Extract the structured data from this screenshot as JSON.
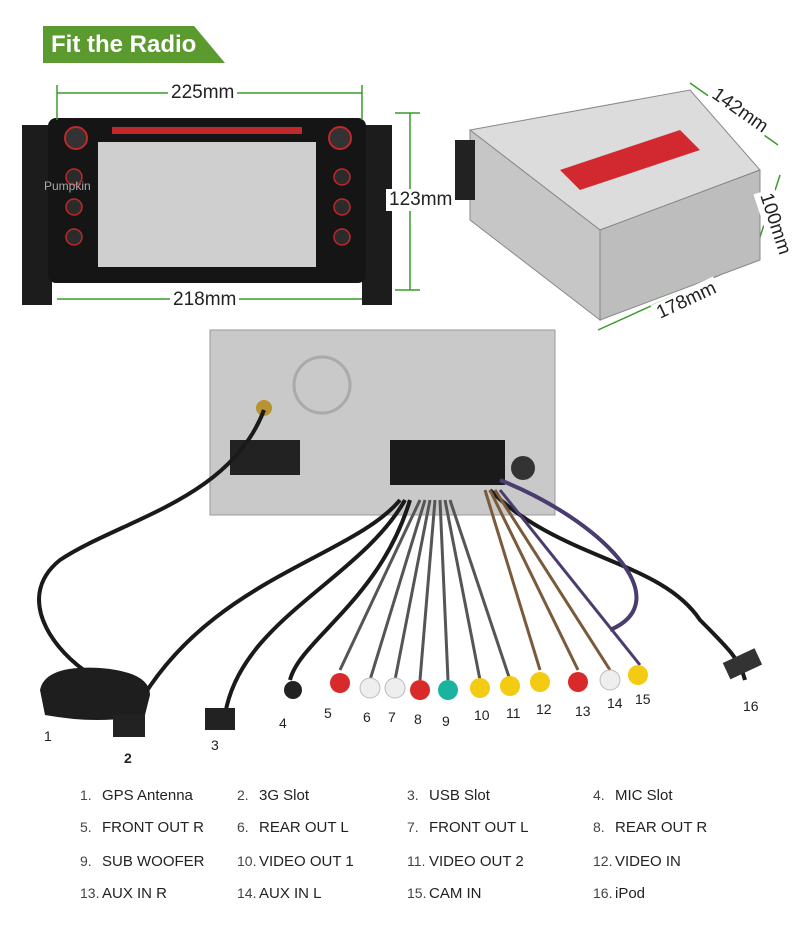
{
  "banner": {
    "title": "Fit the Radio",
    "color": "#5a9a2f"
  },
  "front_view": {
    "logo": "Pumpkin",
    "width_top": "225mm",
    "height": "123mm",
    "width_bottom": "218mm"
  },
  "side_view": {
    "depth": "142mm",
    "height": "100mm",
    "width": "178mm"
  },
  "callouts": [
    "1",
    "2",
    "3",
    "4",
    "5",
    "6",
    "7",
    "8",
    "9",
    "10",
    "11",
    "12",
    "13",
    "14",
    "15",
    "16"
  ],
  "legend": [
    {
      "num": "1.",
      "label": "GPS Antenna"
    },
    {
      "num": "2.",
      "label": "3G Slot"
    },
    {
      "num": "3.",
      "label": "USB Slot"
    },
    {
      "num": "4.",
      "label": "MIC Slot"
    },
    {
      "num": "5.",
      "label": "FRONT OUT R"
    },
    {
      "num": "6.",
      "label": "REAR OUT L"
    },
    {
      "num": "7.",
      "label": "FRONT OUT L"
    },
    {
      "num": "8.",
      "label": "REAR OUT R"
    },
    {
      "num": "9.",
      "label": "SUB WOOFER"
    },
    {
      "num": "10.",
      "label": "VIDEO OUT 1"
    },
    {
      "num": "11.",
      "label": "VIDEO OUT 2"
    },
    {
      "num": "12.",
      "label": "VIDEO IN"
    },
    {
      "num": "13.",
      "label": "AUX IN R"
    },
    {
      "num": "14.",
      "label": "AUX IN L"
    },
    {
      "num": "15.",
      "label": "CAM IN"
    },
    {
      "num": "16.",
      "label": "iPod"
    }
  ]
}
